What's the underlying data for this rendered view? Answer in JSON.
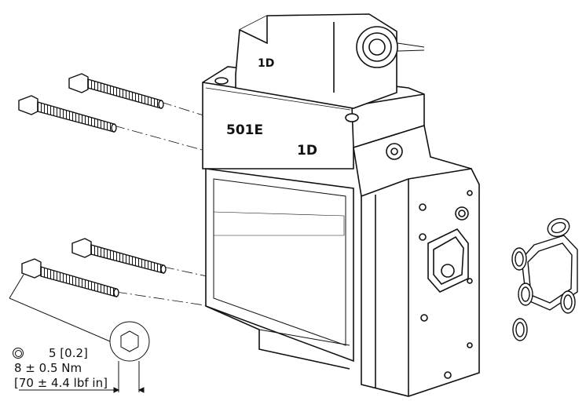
{
  "markings": {
    "top_label": "1D",
    "model_label": "501E",
    "side_label": "1D"
  },
  "torque_spec": {
    "icon": "hex-socket-icon",
    "socket_size": "5 [0.2]",
    "torque_metric": "8 ± 0.5 Nm",
    "torque_imperial": "[70 ± 4.4 lbf in]"
  },
  "colors": {
    "line": "#111111",
    "fill": "#ffffff",
    "shade": "#e8e8e8"
  }
}
